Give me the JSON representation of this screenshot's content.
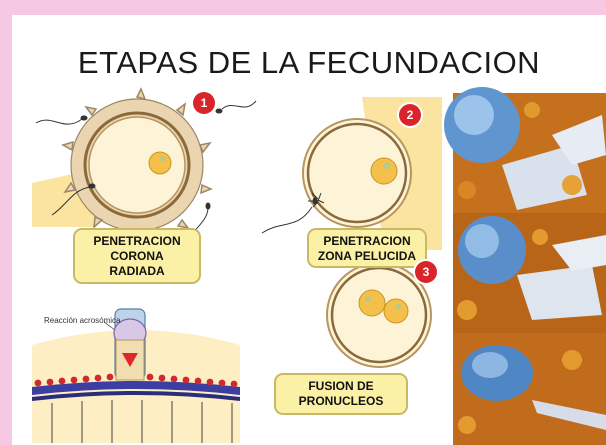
{
  "title": "ETAPAS DE LA FECUNDACION",
  "steps": [
    {
      "number": "1",
      "lines": [
        "PENETRACION",
        "CORONA",
        "RADIADA"
      ]
    },
    {
      "number": "2",
      "lines": [
        "PENETRACION",
        "ZONA PELUCIDA"
      ]
    },
    {
      "number": "3",
      "lines": [
        "FUSION DE",
        "PRONUCLEOS"
      ]
    }
  ],
  "acrosome_caption": "Reacción acrosómica",
  "colors": {
    "page_border": "#f7c8e4",
    "label_fill": "#fbf1a6",
    "badge_red": "#d9252a",
    "panel_yellow": "#fbe3a0",
    "egg_fill": "#fdf4d8",
    "pronucleus": "#f5c04a"
  },
  "micrographs": [
    "sperm-contact-micrograph",
    "sperm-penetration-micrograph",
    "sperm-on-egg-micrograph"
  ]
}
